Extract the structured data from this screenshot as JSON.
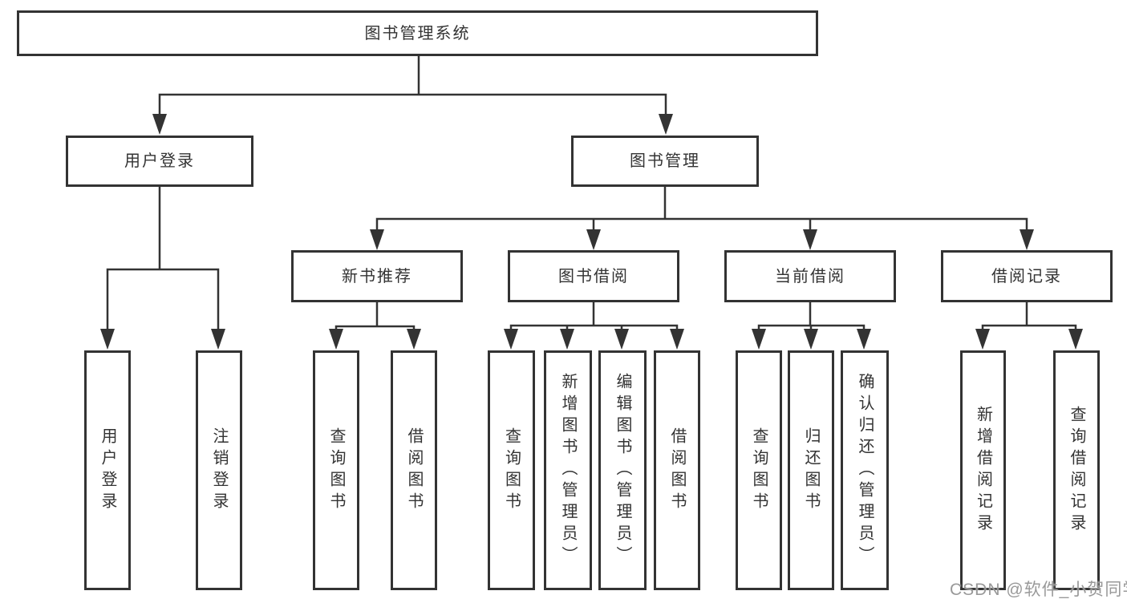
{
  "diagram_title": "图书管理系统",
  "tree": {
    "label": "图书管理系统",
    "children": [
      {
        "label": "用户登录",
        "children": [
          {
            "label": "用户登录"
          },
          {
            "label": "注销登录"
          }
        ]
      },
      {
        "label": "图书管理",
        "children": [
          {
            "label": "新书推荐",
            "children": [
              {
                "label": "查询图书"
              },
              {
                "label": "借阅图书"
              }
            ]
          },
          {
            "label": "图书借阅",
            "children": [
              {
                "label": "查询图书"
              },
              {
                "label": "新增图书（管理员）"
              },
              {
                "label": "编辑图书（管理员）"
              },
              {
                "label": "借阅图书"
              }
            ]
          },
          {
            "label": "当前借阅",
            "children": [
              {
                "label": "查询图书"
              },
              {
                "label": "归还图书"
              },
              {
                "label": "确认归还（管理员）"
              }
            ]
          },
          {
            "label": "借阅记录",
            "children": [
              {
                "label": "新增借阅记录"
              },
              {
                "label": "查询借阅记录"
              }
            ]
          }
        ]
      }
    ]
  },
  "watermark": {
    "text": "CSDN @软件_小贺同学"
  },
  "colors": {
    "line": "#333333",
    "box_border": "#333333",
    "text": "#333333",
    "background": "#ffffff",
    "watermark": "#949494"
  }
}
